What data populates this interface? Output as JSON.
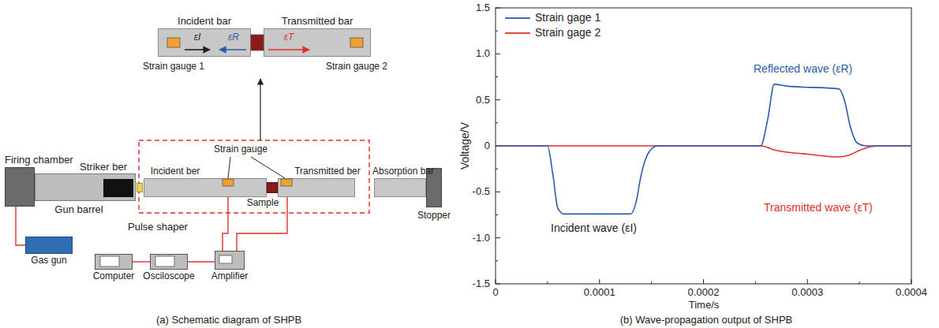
{
  "diagram": {
    "nodes": [
      {
        "text": [
          "Incident bar"
        ]
      },
      {
        "text": [
          "Transmitted bar"
        ]
      },
      {
        "text": [
          "Firing chamber"
        ]
      },
      {
        "text": [
          "Gun barrel"
        ]
      },
      {
        "text": [
          "Striker ber"
        ],
        "in": 3
      },
      {
        "text": [
          "Pulse shaper"
        ]
      },
      {
        "text": [
          "Incident ber"
        ]
      },
      {
        "text": [
          "Sample"
        ]
      },
      {
        "text": [
          "Transmitted ber"
        ]
      },
      {
        "text": [
          "Absorption bar"
        ]
      },
      {
        "text": [
          "Stopper"
        ]
      },
      {
        "text": [
          "Gas gun"
        ]
      },
      {
        "text": [
          "Computer"
        ]
      },
      {
        "text": [
          "Osciloscope"
        ]
      },
      {
        "text": [
          "Amplifier"
        ]
      }
    ],
    "edges": [
      {
        "from": 11,
        "to": 2,
        "arrow": "none"
      },
      {
        "from": 6,
        "to": 14,
        "arrow": "none"
      },
      {
        "from": 8,
        "to": 14,
        "arrow": "none"
      },
      {
        "from": 14,
        "to": 13,
        "arrow": "none"
      },
      {
        "from": 13,
        "to": 12,
        "arrow": "none"
      }
    ],
    "labels": [
      "Strain gauge 1",
      "Strain gauge 2",
      "εI",
      "εR",
      "εT",
      "Strain gauge",
      "(a) Schematic diagram of SHPB",
      "1.5",
      "1.0",
      "0.5",
      "0",
      "-0.5",
      "-1.0",
      "-1.5",
      "0",
      "0.0001",
      "0.0002",
      "0.0003",
      "0.0004",
      "Voltage/V",
      "Time/s",
      "Reflected wave (εR)",
      "Transmitted wave (εT)",
      "Incident wave (εI)",
      "(b) Wave-propagation output of SHPB"
    ],
    "legend": [
      {
        "text": "Strain gage 1"
      },
      {
        "text": "Strain gage 2"
      }
    ]
  }
}
